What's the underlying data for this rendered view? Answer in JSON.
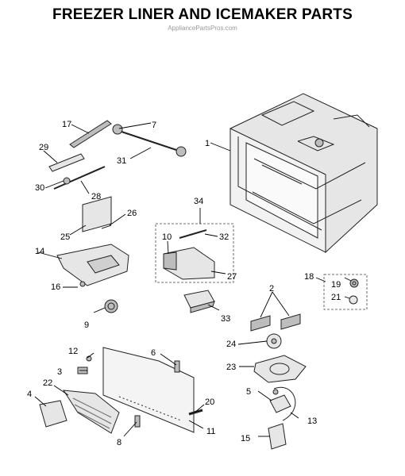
{
  "title": "FREEZER LINER AND ICEMAKER PARTS",
  "watermark": "AppliancePartsPros.com",
  "callouts": [
    "1",
    "2",
    "3",
    "4",
    "5",
    "6",
    "7",
    "8",
    "9",
    "10",
    "11",
    "12",
    "13",
    "14",
    "15",
    "16",
    "17",
    "18",
    "19",
    "20",
    "21",
    "22",
    "23",
    "24",
    "25",
    "26",
    "27",
    "28",
    "29",
    "30",
    "31",
    "32",
    "33",
    "34"
  ],
  "icons": {
    "freezer_liner": "freezer-liner-icon",
    "icemaker": "icemaker-assembly-icon",
    "ice_bucket": "ice-bucket-icon",
    "auger_motor": "auger-motor-icon"
  }
}
